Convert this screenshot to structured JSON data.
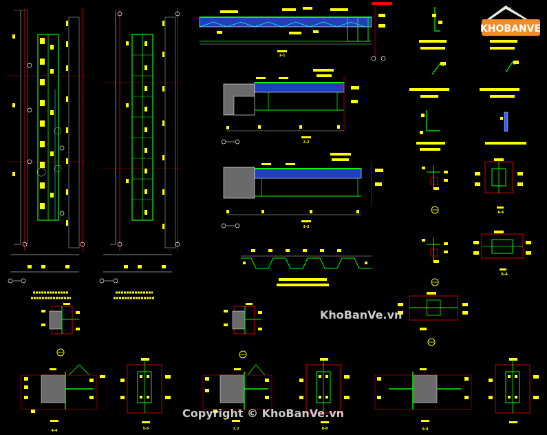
{
  "logo": {
    "text": "KHOBANVE",
    "brand_color": "#f28c28"
  },
  "watermark_center": "KhoBanVe.vn",
  "watermark_bottom": "Copyright © KhoBanVe.vn",
  "section_marks": {
    "s_1_1": "1-1",
    "s_2_2": "2-2",
    "s_3_3": "3-3",
    "s_4_4": "4-4",
    "s_5_5": "5-5",
    "s_6_6": "6-6",
    "s_7_7": "7-7",
    "s_8_8": "8-8",
    "s_9_9": "9-9",
    "s_a_a": "A-A"
  },
  "colors": {
    "background": "#000000",
    "annotation": "#ffff00",
    "steel": "#00ff00",
    "grid": "#ff0000",
    "dimension": "#ffffff",
    "concrete": "#b0b0b0",
    "beam_fill": "#1f3fbf",
    "deck": "#00ffff"
  }
}
